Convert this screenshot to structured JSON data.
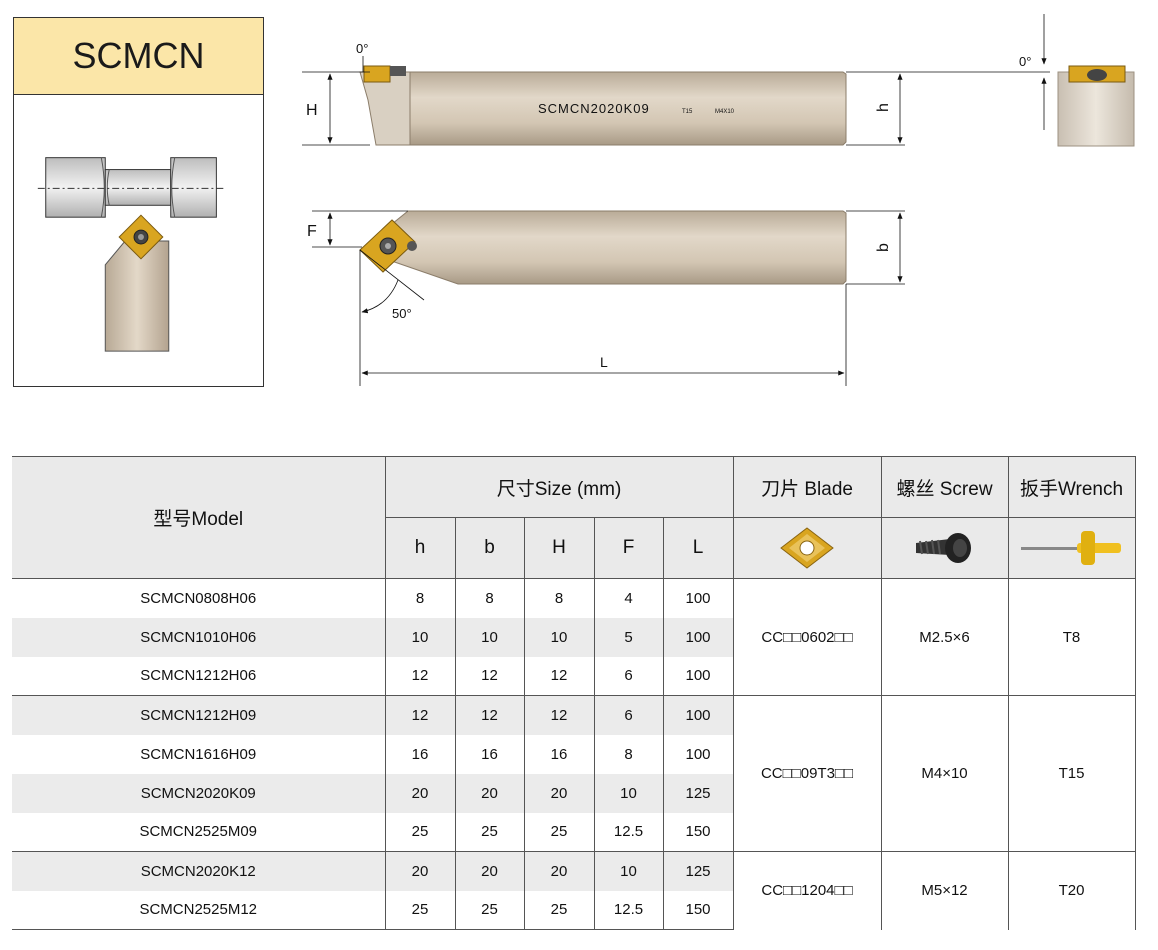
{
  "badge": {
    "title": "SCMCN"
  },
  "drawing": {
    "label_0deg_left": "0°",
    "label_0deg_right": "0°",
    "label_H": "H",
    "label_h": "h",
    "label_F": "F",
    "label_b": "b",
    "label_angle": "50°",
    "label_L": "L",
    "shank_marking": "SCMCN2020K09",
    "shank_marking_small1": "T15",
    "shank_marking_small2": "M4X10"
  },
  "table": {
    "header": {
      "model": "型号Model",
      "size": "尺寸Size (mm)",
      "blade": "刀片 Blade",
      "screw": "螺丝 Screw",
      "wrench": "扳手Wrench",
      "cols": [
        "h",
        "b",
        "H",
        "F",
        "L"
      ]
    },
    "rows": [
      {
        "model": "SCMCN0808H06",
        "h": "8",
        "b": "8",
        "H": "8",
        "F": "4",
        "L": "100"
      },
      {
        "model": "SCMCN1010H06",
        "h": "10",
        "b": "10",
        "H": "10",
        "F": "5",
        "L": "100"
      },
      {
        "model": "SCMCN1212H06",
        "h": "12",
        "b": "12",
        "H": "12",
        "F": "6",
        "L": "100"
      },
      {
        "model": "SCMCN1212H09",
        "h": "12",
        "b": "12",
        "H": "12",
        "F": "6",
        "L": "100"
      },
      {
        "model": "SCMCN1616H09",
        "h": "16",
        "b": "16",
        "H": "16",
        "F": "8",
        "L": "100"
      },
      {
        "model": "SCMCN2020K09",
        "h": "20",
        "b": "20",
        "H": "20",
        "F": "10",
        "L": "125"
      },
      {
        "model": "SCMCN2525M09",
        "h": "25",
        "b": "25",
        "H": "25",
        "F": "12.5",
        "L": "150"
      },
      {
        "model": "SCMCN2020K12",
        "h": "20",
        "b": "20",
        "H": "20",
        "F": "10",
        "L": "125"
      },
      {
        "model": "SCMCN2525M12",
        "h": "25",
        "b": "25",
        "H": "25",
        "F": "12.5",
        "L": "150"
      }
    ],
    "groups": [
      {
        "blade": "CC□□0602□□",
        "screw": "M2.5×6",
        "wrench": "T8"
      },
      {
        "blade": "CC□□09T3□□",
        "screw": "M4×10",
        "wrench": "T15"
      },
      {
        "blade": "CC□□1204□□",
        "screw": "M5×12",
        "wrench": "T20"
      }
    ]
  },
  "icons": [
    "insert-icon",
    "screw-icon",
    "wrench-icon"
  ],
  "colors": {
    "badge_bg": "#fbe6a8",
    "header_bg": "#eaeaea",
    "stripe_bg": "#ebebeb",
    "insert_gold": "#d9a520",
    "shank": "#cdbfac"
  }
}
